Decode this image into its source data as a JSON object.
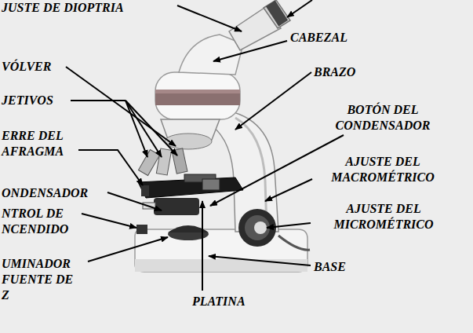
{
  "diagram": {
    "labels": [
      "JUSTE DE DIOPTRIA",
      "CABEZAL",
      "VÓLVER",
      "BRAZO",
      "JETIVOS",
      "BOTÓN DEL CONDENSADOR",
      "ERRE DEL AFRAGMA",
      "AJUSTE DEL MACROMÉTRICO",
      "ONDENSADOR",
      "NTROL DE NCENDIDO",
      "AJUSTE DEL MICROMÉTRICO",
      "UMINADOR FUENTE DE Z",
      "BASE",
      "PLATINA"
    ]
  }
}
